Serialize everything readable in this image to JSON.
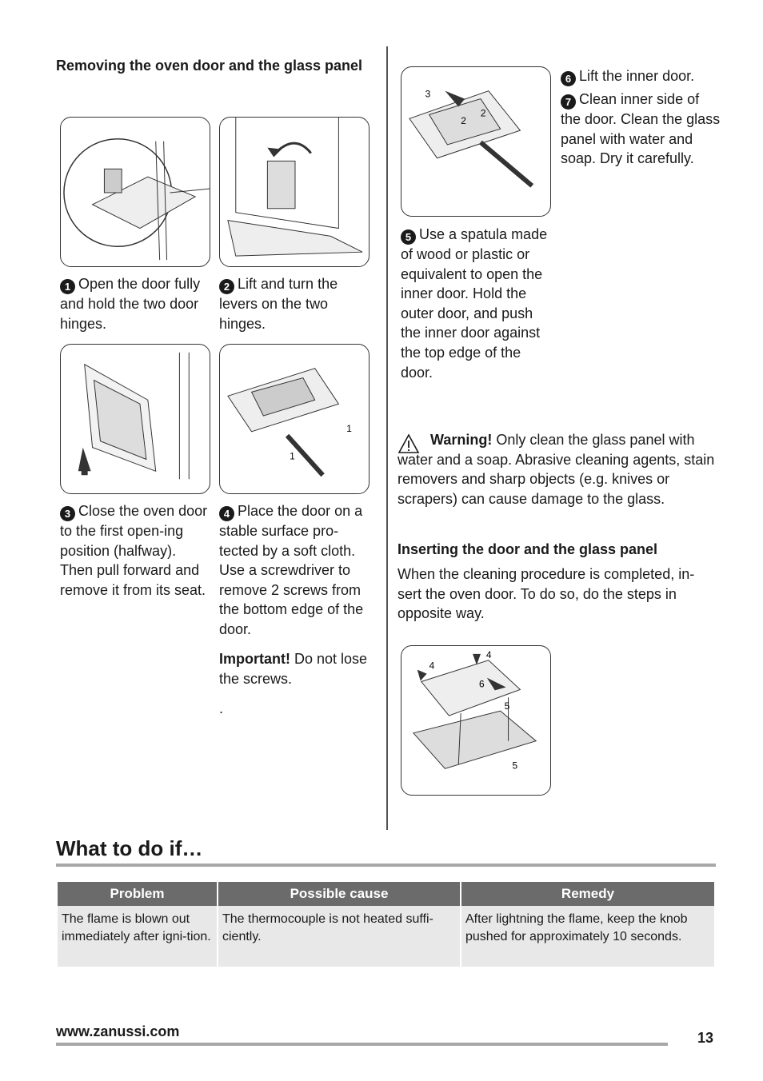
{
  "left": {
    "heading": "Removing the oven door and the glass panel",
    "steps": [
      {
        "num": "1",
        "text": "Open the door fully and hold the two door hinges."
      },
      {
        "num": "2",
        "text": "Lift and turn the levers on the two hinges."
      },
      {
        "num": "3",
        "text": "Close the oven door to the first open-ing position (halfway). Then pull forward and remove it from its seat."
      },
      {
        "num": "4",
        "text": "Place the door on a stable surface pro-tected by a soft cloth. Use a screwdriver to remove 2 screws from the bottom edge of the door."
      }
    ],
    "important_label": "Important!",
    "important_text": " Do not lose the screws.",
    "stray_dot": "."
  },
  "right": {
    "step5": {
      "num": "5",
      "text": "Use a spatula made of wood or plastic or equivalent to open the inner door. Hold the outer door, and push the inner door against the top edge of the door."
    },
    "step6": {
      "num": "6",
      "text": "Lift the inner door."
    },
    "step7": {
      "num": "7",
      "text": "Clean inner side of the door. Clean the glass panel with water and soap. Dry it carefully."
    },
    "warning_label": "Warning!",
    "warning_text": " Only clean the glass panel with water and a soap. Abrasive cleaning agents, stain removers and sharp objects (e.g. knives or scrapers) can cause damage to the glass.",
    "inserting_heading": "Inserting the door and the glass panel",
    "inserting_text": "When the cleaning procedure is completed, in-sert the oven door. To do so, do the steps in opposite way.",
    "fig5_labels": {
      "a": "3",
      "b": "2",
      "c": "2"
    },
    "fig_insert_labels": {
      "a": "4",
      "b": "4",
      "c": "6",
      "d": "5",
      "e": "5"
    },
    "fig4_labels": {
      "a": "1",
      "b": "1"
    }
  },
  "whattodo": {
    "title": "What to do if…",
    "headers": [
      "Problem",
      "Possible cause",
      "Remedy"
    ],
    "rows": [
      [
        "The flame is blown out immediately after igni-tion.",
        "The thermocouple is not heated suffi-ciently.",
        "After lightning the flame, keep the knob pushed for approximately 10 seconds."
      ]
    ]
  },
  "footer": {
    "url": "www.zanussi.com",
    "page": "13"
  }
}
